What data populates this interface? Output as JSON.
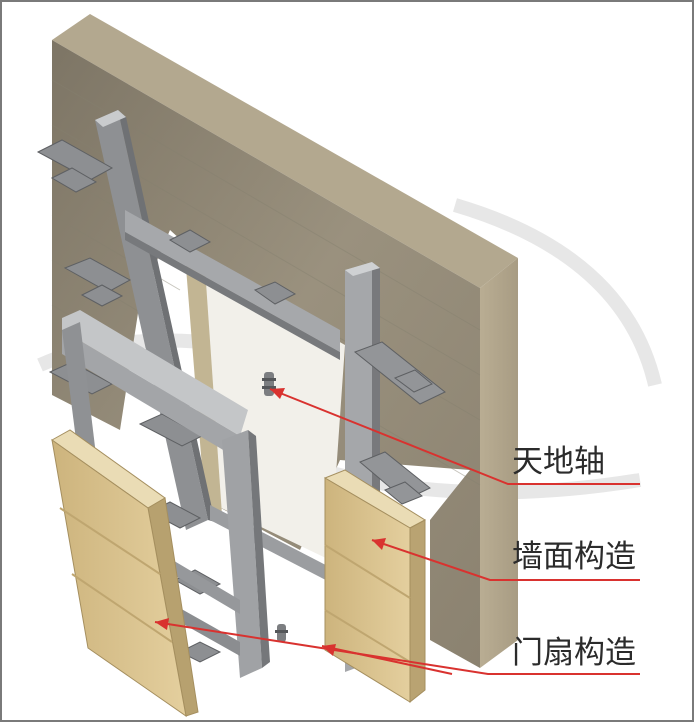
{
  "labels": {
    "pivot_axis": "天地轴",
    "wall_structure": "墙面构造",
    "door_leaf_structure": "门扇构造"
  },
  "colors": {
    "leader_line": "#d9322f",
    "stone_panel": "#dfc893",
    "steel": "#9a9c9f",
    "wall": "#938a77"
  }
}
